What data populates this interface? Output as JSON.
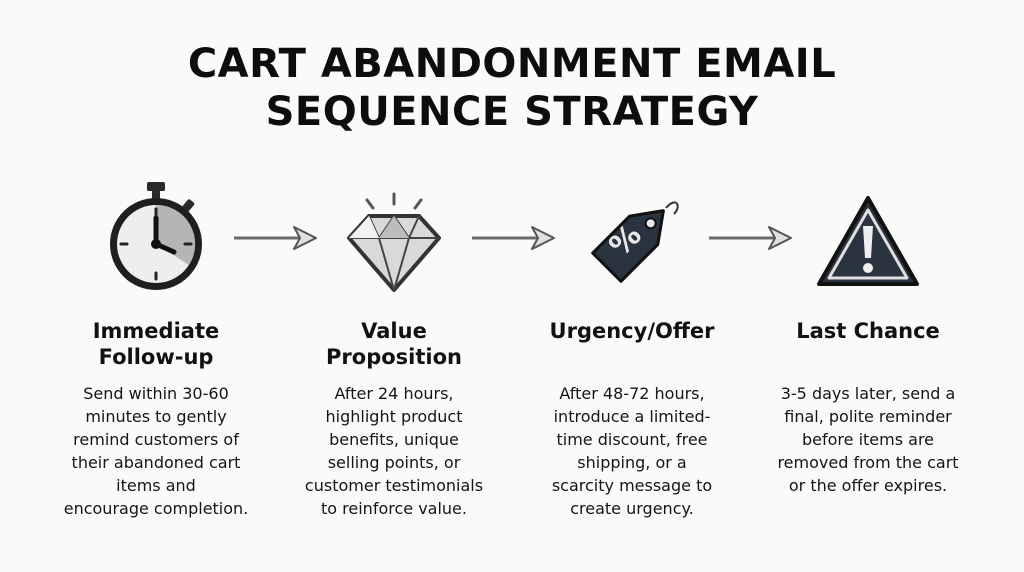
{
  "title": {
    "line1": "CART ABANDONMENT EMAIL",
    "line2": "SEQUENCE STRATEGY"
  },
  "steps": [
    {
      "icon": "stopwatch-icon",
      "title_lines": [
        "Immediate",
        "Follow-up"
      ],
      "desc_lines": [
        "Send within 30-60",
        "minutes to gently",
        "remind customers of",
        "their abandoned cart",
        "items and",
        "encourage completion."
      ]
    },
    {
      "icon": "diamond-icon",
      "title_lines": [
        "Value",
        "Proposition"
      ],
      "desc_lines": [
        "After 24 hours,",
        "highlight product",
        "benefits, unique",
        "selling points, or",
        "customer testimonials",
        "to reinforce value."
      ]
    },
    {
      "icon": "price-tag-percent-icon",
      "title_lines": [
        "Urgency/Offer",
        ""
      ],
      "desc_lines": [
        "After 48-72 hours,",
        "introduce a limited-",
        "time discount, free",
        "shipping, or a",
        "scarcity message to",
        "create urgency."
      ]
    },
    {
      "icon": "warning-triangle-icon",
      "title_lines": [
        "Last Chance",
        ""
      ],
      "desc_lines": [
        "3-5 days later, send a",
        "final, polite reminder",
        "before items are",
        "removed from the cart",
        "or the offer expires."
      ]
    }
  ],
  "colors": {
    "background": "#fafafa",
    "icon_dark": "#2a3340",
    "icon_light": "#e8e8e8",
    "arrow": "#6a6a6a",
    "text": "#111111"
  }
}
